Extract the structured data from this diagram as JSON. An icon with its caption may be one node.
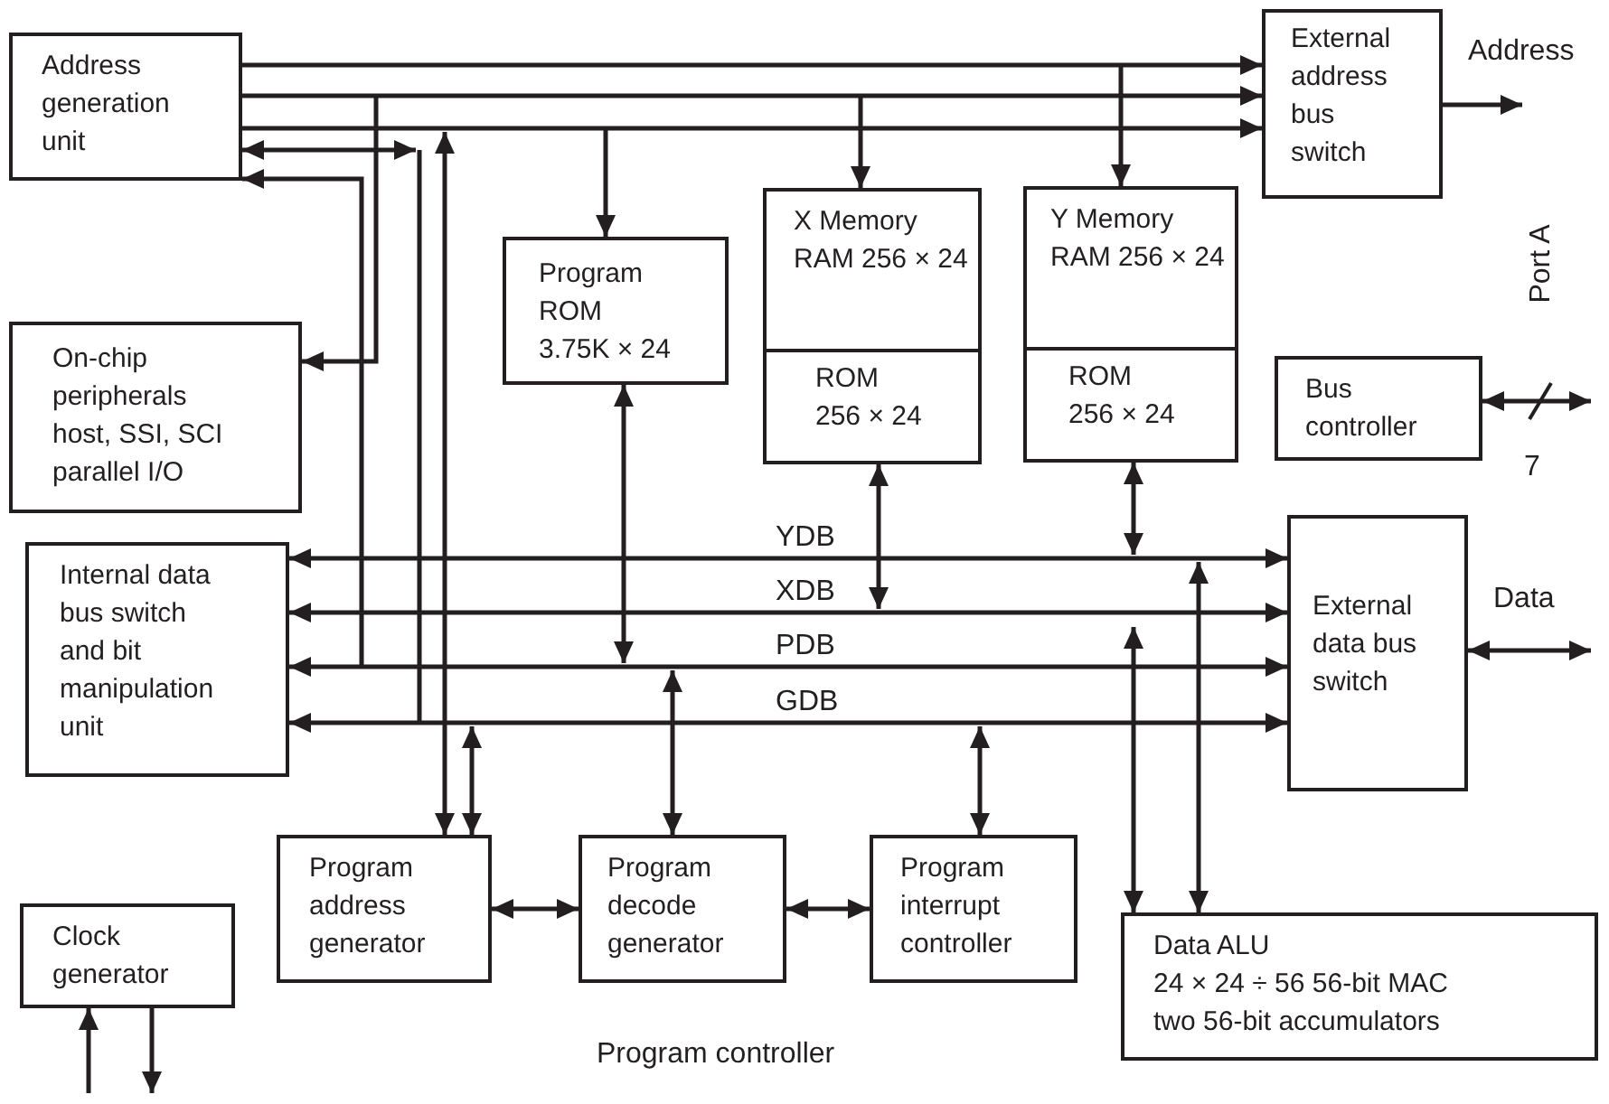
{
  "diagram": {
    "nodes": [
      {
        "text": [
          "Address generation unit"
        ]
      },
      {
        "text": [
          "External address bus switch"
        ]
      },
      {
        "text": [
          "Program ROM 3.75K × 24"
        ]
      },
      {
        "text": [
          "X Memory RAM 256 × 24",
          "ROM 256 × 24"
        ]
      },
      {
        "text": [
          "Y Memory RAM 256 × 24",
          "ROM 256 × 24"
        ]
      },
      {
        "text": [
          "On-chip peripherals host, SSI, SCI parallel I/O"
        ]
      },
      {
        "text": [
          "Bus controller"
        ]
      },
      {
        "text": [
          "Internal data bus switch and bit manipulation unit"
        ]
      },
      {
        "text": [
          "External data bus switch"
        ]
      },
      {
        "text": [
          "Program address generator"
        ]
      },
      {
        "text": [
          "Program decode generator"
        ]
      },
      {
        "text": [
          "Program interrupt controller"
        ]
      },
      {
        "text": [
          "Clock generator"
        ]
      },
      {
        "text": [
          "Data ALU",
          "24 × 24 ÷ 56 56-bit MAC",
          "two 56-bit accumulators"
        ]
      }
    ],
    "edges": [
      {
        "from": 0,
        "to": 1,
        "arrow": "to"
      },
      {
        "from": 0,
        "to": 1,
        "arrow": "to"
      },
      {
        "from": 0,
        "to": 1,
        "arrow": "to"
      },
      {
        "from": null,
        "to": 2,
        "arrow": "to"
      },
      {
        "from": null,
        "to": 3,
        "arrow": "to"
      },
      {
        "from": null,
        "to": 4,
        "arrow": "to"
      },
      {
        "from": null,
        "to": 5,
        "arrow": "to"
      },
      {
        "from": 0,
        "to": null,
        "arrow": "both"
      },
      {
        "from": null,
        "to": 0,
        "arrow": "to"
      },
      {
        "from": 9,
        "to": null,
        "arrow": "both"
      },
      {
        "from": null,
        "to": 9,
        "arrow": "both"
      },
      {
        "from": 2,
        "to": null,
        "arrow": "both"
      },
      {
        "from": null,
        "to": 10,
        "arrow": "both"
      },
      {
        "from": null,
        "to": 11,
        "arrow": "both"
      },
      {
        "from": 3,
        "to": null,
        "arrow": "both"
      },
      {
        "from": 4,
        "to": null,
        "arrow": "both"
      },
      {
        "from": null,
        "to": 13,
        "arrow": "both"
      },
      {
        "from": null,
        "to": 13,
        "arrow": "both"
      },
      {
        "from": 9,
        "to": 10,
        "arrow": "both"
      },
      {
        "from": 10,
        "to": 11,
        "arrow": "both"
      },
      {
        "from": 1,
        "to": null,
        "arrow": "to"
      },
      {
        "from": 6,
        "to": null,
        "arrow": "both"
      },
      {
        "from": 8,
        "to": null,
        "arrow": "both"
      },
      {
        "from": 7,
        "to": 8,
        "arrow": "both",
        "label": "YDB"
      },
      {
        "from": 7,
        "to": 8,
        "arrow": "both",
        "label": "XDB"
      },
      {
        "from": 7,
        "to": 8,
        "arrow": "both",
        "label": "PDB"
      },
      {
        "from": 7,
        "to": 8,
        "arrow": "both",
        "label": "GDB"
      },
      {
        "from": null,
        "to": 12,
        "arrow": "to"
      },
      {
        "from": 12,
        "to": null,
        "arrow": "to"
      }
    ],
    "labels": [
      "Address",
      "Port A",
      "7",
      "Data",
      "Program controller"
    ]
  }
}
